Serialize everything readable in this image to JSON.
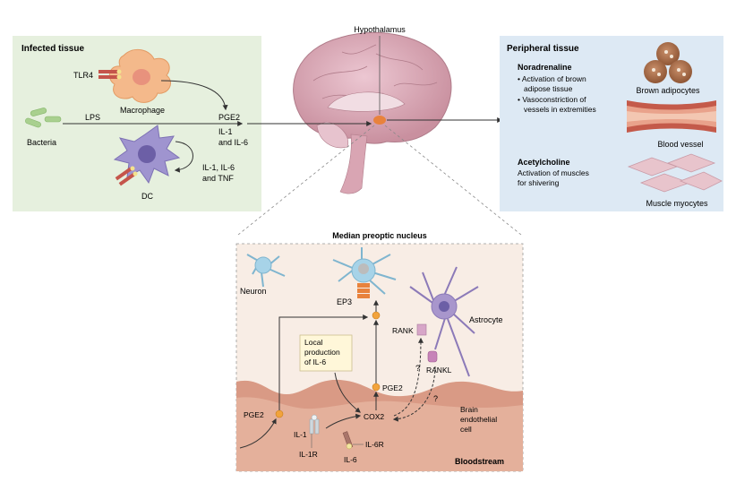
{
  "panels": {
    "infected": {
      "title": "Infected tissue",
      "tlr4": "TLR4",
      "macrophage": "Macrophage",
      "lps": "LPS",
      "bacteria": "Bacteria",
      "dc": "DC",
      "pge2": "PGE2",
      "il1": "IL-1",
      "and_il6": "and IL-6",
      "dc_line1": "IL-1, IL-6",
      "dc_line2": "and TNF"
    },
    "brain": {
      "hypothalamus": "Hypothalamus"
    },
    "peripheral": {
      "title": "Peripheral tissue",
      "noradrenaline": "Noradrenaline",
      "na_b1_l1": "• Activation of brown",
      "na_b1_l2": "adipose tissue",
      "na_b2_l1": "• Vasoconstriction of",
      "na_b2_l2": "vessels in extremities",
      "brown_adipocytes": "Brown adipocytes",
      "blood_vessel": "Blood vessel",
      "acetylcholine": "Acetylcholine",
      "ach_l1": "Activation of muscles",
      "ach_l2": "for shivering",
      "muscle_myocytes": "Muscle myocytes"
    },
    "mpn": {
      "title": "Median preoptic nucleus",
      "neuron": "Neuron",
      "ep3": "EP3",
      "astrocyte": "Astrocyte",
      "rank": "RANK",
      "rankl": "RANKL",
      "local_l1": "Local",
      "local_l2": "production",
      "local_l3": "of IL-6",
      "pge2_left": "PGE2",
      "pge2_mid": "PGE2",
      "cox2": "COX2",
      "q1": "?",
      "q2": "?",
      "il1": "IL-1",
      "il1r": "IL-1R",
      "il6": "IL-6",
      "il6r": "IL-6R",
      "bec_l1": "Brain",
      "bec_l2": "endothelial",
      "bec_l3": "cell",
      "bloodstream": "Bloodstream"
    }
  },
  "colors": {
    "infected_bg": "#e6f0de",
    "peripheral_bg": "#dde9f4",
    "mpn_bg": "#f8ede5",
    "endothelium": "#d99a85",
    "macrophage": "#f4b98b",
    "dc": "#9f94cf",
    "astrocyte": "#a896cc",
    "neuron": "#a7d3e8",
    "bacteria": "#a9d08f",
    "brain": "#d6aab8",
    "hypothalamus": "#e8823c",
    "pge2_dot": "#f2a33c"
  }
}
